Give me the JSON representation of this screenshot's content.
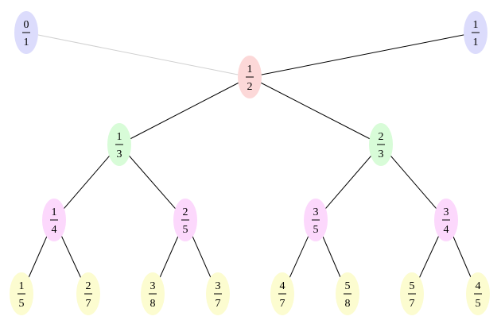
{
  "title": "Stern-Brocot tree",
  "level_colors": [
    "#dcdcfc",
    "#fcd8d8",
    "#d8fcd8",
    "#fcd8fc",
    "#fcfcd0"
  ],
  "nodes": [
    {
      "id": "0/1",
      "num": "0",
      "den": "1",
      "level": 0
    },
    {
      "id": "1/1",
      "num": "1",
      "den": "1",
      "level": 0
    },
    {
      "id": "1/2",
      "num": "1",
      "den": "2",
      "level": 1
    },
    {
      "id": "1/3",
      "num": "1",
      "den": "3",
      "level": 2
    },
    {
      "id": "2/3",
      "num": "2",
      "den": "3",
      "level": 2
    },
    {
      "id": "1/4",
      "num": "1",
      "den": "4",
      "level": 3
    },
    {
      "id": "2/5",
      "num": "2",
      "den": "5",
      "level": 3
    },
    {
      "id": "3/5",
      "num": "3",
      "den": "5",
      "level": 3
    },
    {
      "id": "3/4",
      "num": "3",
      "den": "4",
      "level": 3
    },
    {
      "id": "1/5",
      "num": "1",
      "den": "5",
      "level": 4
    },
    {
      "id": "2/7",
      "num": "2",
      "den": "7",
      "level": 4
    },
    {
      "id": "3/8",
      "num": "3",
      "den": "8",
      "level": 4
    },
    {
      "id": "3/7",
      "num": "3",
      "den": "7",
      "level": 4
    },
    {
      "id": "4/7",
      "num": "4",
      "den": "7",
      "level": 4
    },
    {
      "id": "5/8",
      "num": "5",
      "den": "8",
      "level": 4
    },
    {
      "id": "5/7",
      "num": "5",
      "den": "7",
      "level": 4
    },
    {
      "id": "4/5",
      "num": "4",
      "den": "5",
      "level": 4
    }
  ],
  "edges": [
    {
      "from": "0/1",
      "to": "1/2",
      "style": "faint"
    },
    {
      "from": "1/1",
      "to": "1/2",
      "style": "solid"
    },
    {
      "from": "1/2",
      "to": "1/3",
      "style": "solid"
    },
    {
      "from": "1/2",
      "to": "2/3",
      "style": "solid"
    },
    {
      "from": "1/3",
      "to": "1/4",
      "style": "solid"
    },
    {
      "from": "1/3",
      "to": "2/5",
      "style": "solid"
    },
    {
      "from": "2/3",
      "to": "3/5",
      "style": "solid"
    },
    {
      "from": "2/3",
      "to": "3/4",
      "style": "solid"
    },
    {
      "from": "1/4",
      "to": "1/5",
      "style": "solid"
    },
    {
      "from": "1/4",
      "to": "2/7",
      "style": "solid"
    },
    {
      "from": "2/5",
      "to": "3/8",
      "style": "solid"
    },
    {
      "from": "2/5",
      "to": "3/7",
      "style": "solid"
    },
    {
      "from": "3/5",
      "to": "4/7",
      "style": "solid"
    },
    {
      "from": "3/5",
      "to": "5/8",
      "style": "solid"
    },
    {
      "from": "3/4",
      "to": "5/7",
      "style": "solid"
    },
    {
      "from": "3/4",
      "to": "4/5",
      "style": "solid"
    }
  ]
}
